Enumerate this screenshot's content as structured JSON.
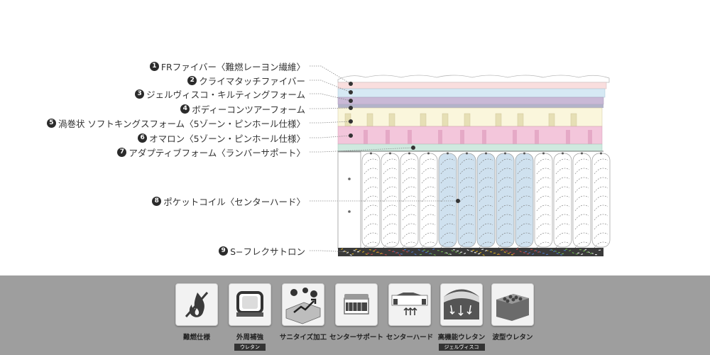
{
  "layers": [
    {
      "num": "1",
      "label": "FRファイバー〈難燃レーヨン繊維〉"
    },
    {
      "num": "2",
      "label": "クライマタッチファイバー"
    },
    {
      "num": "3",
      "label": "ジェルヴィスコ・キルティングフォーム"
    },
    {
      "num": "4",
      "label": "ボディーコンツアーフォーム"
    },
    {
      "num": "5",
      "label": "渦巻状 ソフトキングスフォーム〈5ゾーン・ピンホール仕様〉"
    },
    {
      "num": "6",
      "label": "オマロン〈5ゾーン・ピンホール仕様〉"
    },
    {
      "num": "7",
      "label": "アダプティブフォーム〈ランバーサポート〉"
    },
    {
      "num": "8",
      "label": "ポケットコイル〈センターハード〉"
    },
    {
      "num": "9",
      "label": "S−フレクサトロン"
    }
  ],
  "features": [
    {
      "name": "難燃仕様",
      "icon": "flame-retardant-icon"
    },
    {
      "name": "外周補強",
      "sub": "ウレタン",
      "icon": "edge-support-icon"
    },
    {
      "name": "サニタイズ加工",
      "icon": "sanitize-icon"
    },
    {
      "name": "センターサポート",
      "icon": "center-support-icon"
    },
    {
      "name": "センターハード",
      "icon": "center-hard-icon"
    },
    {
      "name": "高機能ウレタン",
      "sub": "ジェルヴィスコ",
      "icon": "high-performance-urethane-icon"
    },
    {
      "name": "波型ウレタン",
      "icon": "wave-urethane-icon"
    }
  ],
  "colors": {
    "fr_fiber": "#ffffff",
    "climatouch": "#f9dede",
    "gel_visco": "#d6e9f4",
    "body_contour": "#c9b9d6",
    "softkings": "#faf6dc",
    "omalon": "#f3c6db",
    "adaptive": "#cfe9df",
    "coil_center": "#cfe1ef",
    "footer_bg": "#9e9e9e"
  }
}
